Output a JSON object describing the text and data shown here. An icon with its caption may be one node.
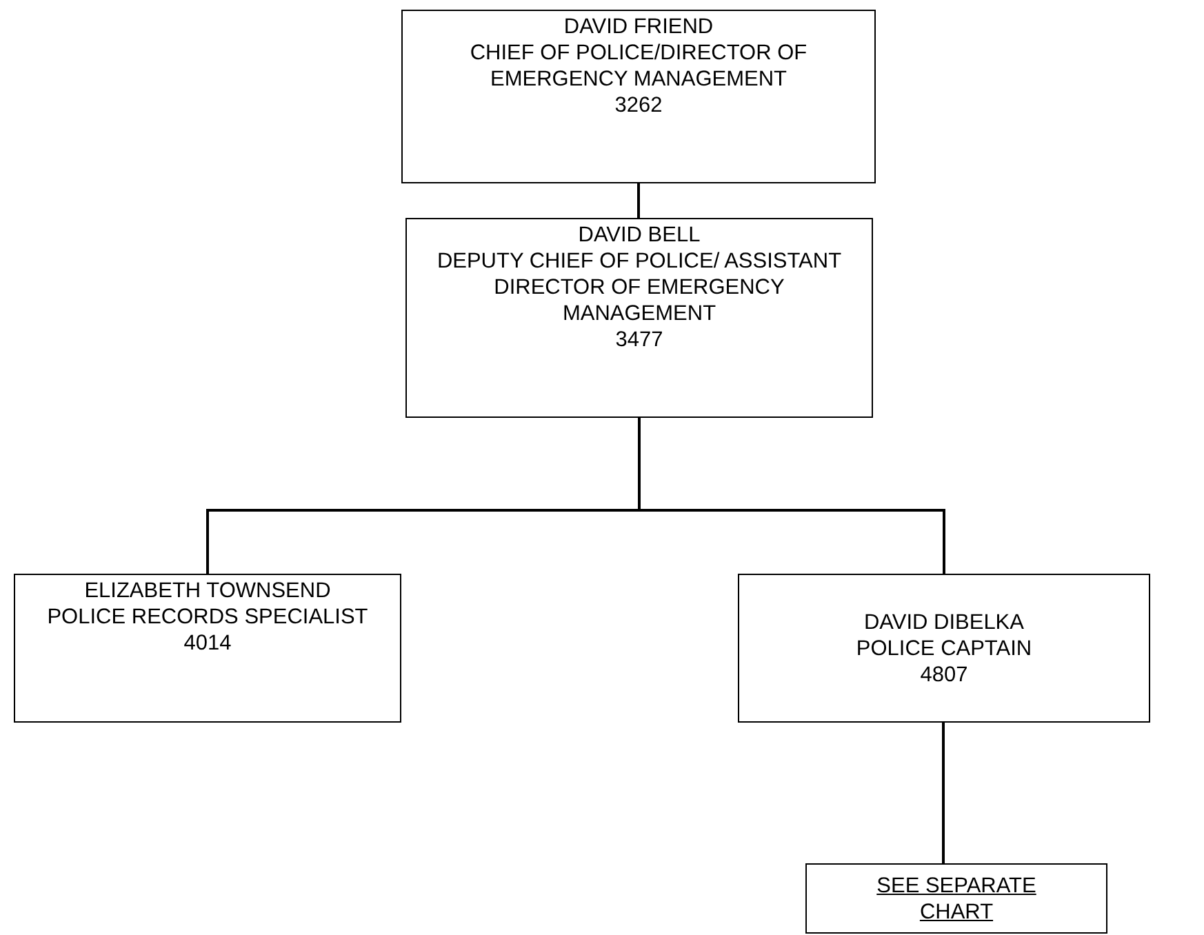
{
  "diagram": {
    "nodes": [
      {
        "text": [
          "DAVID FRIEND",
          "CHIEF OF POLICE/DIRECTOR OF EMERGENCY MANAGEMENT",
          "3262"
        ]
      },
      {
        "text": [
          "DAVID BELL",
          "DEPUTY CHIEF OF POLICE/ ASSISTANT DIRECTOR OF EMERGENCY MANAGEMENT",
          "3477"
        ]
      },
      {
        "text": [
          "ELIZABETH TOWNSEND",
          "POLICE RECORDS SPECIALIST",
          "4014"
        ]
      },
      {
        "text": [
          "DAVID DIBELKA",
          "POLICE CAPTAIN",
          "4807"
        ]
      },
      {
        "text": [
          "SEE SEPARATE CHART"
        ]
      }
    ],
    "edges": [
      {
        "from": 0,
        "to": 1,
        "arrow": "none"
      },
      {
        "from": 1,
        "to": 2,
        "arrow": "none"
      },
      {
        "from": 1,
        "to": 3,
        "arrow": "none"
      },
      {
        "from": 3,
        "to": 4,
        "arrow": "none"
      }
    ]
  }
}
